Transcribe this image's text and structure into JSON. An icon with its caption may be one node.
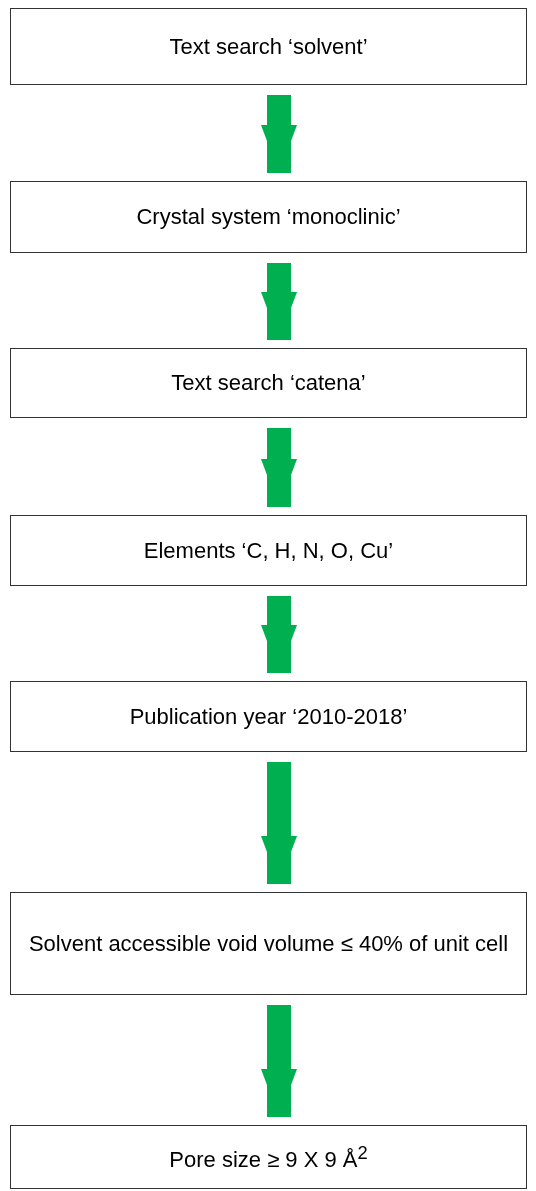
{
  "diagram": {
    "nodes": [
      {
        "text": [
          "Text search ‘solvent’"
        ]
      },
      {
        "text": [
          "Crystal system ‘monoclinic’"
        ]
      },
      {
        "text": [
          "Text search ‘catena’"
        ]
      },
      {
        "text": [
          "Elements ‘C, H, N, O, Cu’"
        ]
      },
      {
        "text": [
          "Publication year ‘2010-2018’"
        ]
      },
      {
        "text": [
          "Solvent accessible void volume ≤ 40% of unit cell"
        ]
      },
      {
        "text": [
          "Pore size ≥ 9 X 9 Å$^{2}$"
        ]
      }
    ],
    "edges": [
      {
        "from": 0,
        "to": 1,
        "arrow": "to"
      },
      {
        "from": 1,
        "to": 2,
        "arrow": "to"
      },
      {
        "from": 2,
        "to": 3,
        "arrow": "to"
      },
      {
        "from": 3,
        "to": 4,
        "arrow": "to"
      },
      {
        "from": 4,
        "to": 5,
        "arrow": "to"
      },
      {
        "from": 5,
        "to": 6,
        "arrow": "to"
      }
    ]
  }
}
